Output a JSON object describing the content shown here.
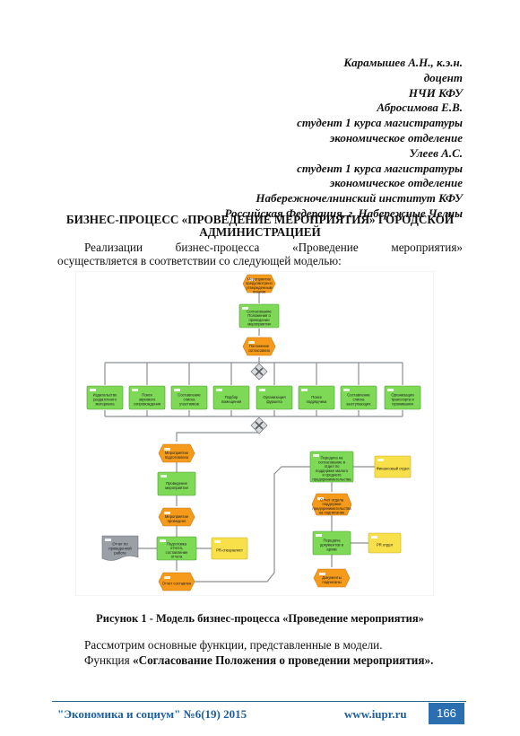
{
  "authors": [
    "Карамышев А.Н., к.э.н.",
    "доцент",
    "НЧИ КФУ",
    "Абросимова Е.В.",
    "студент 1 курса магистратуры",
    "экономическое отделение",
    "Улеев А.С.",
    "студент 1 курса магистратуры",
    "экономическое отделение",
    "Набережночелнинский институт КФУ",
    "Российская Федерация, г. Набережные Челны"
  ],
  "title_line1": "БИЗНЕС-ПРОЦЕСС «ПРОВЕДЕНИЕ МЕРОПРИЯТИЯ» ГОРОДСКОЙ",
  "title_line2": "АДМИНИСТРАЦИЕЙ",
  "para1_line1": "Реализации бизнес-процесса «Проведение мероприятия»",
  "para1_line2": "осуществляется в соответствии со следующей моделью:",
  "caption": "Рисунок 1 - Модель бизнес-процесса «Проведение мероприятия»",
  "para3": "Рассмотрим основные функции, представленные в модели.",
  "para4_prefix": "Функция ",
  "para4_bold": "«Согласование Положения о проведении мероприятия».",
  "footer": {
    "journal": "\"Экономика и социум\" №6(19) 2015",
    "url": "www.iupr.ru",
    "page": "166"
  },
  "diagram": {
    "colors": {
      "event": "#f59a1a",
      "function": "#7ed957",
      "org": "#f7e04a",
      "doc": "#9aa0a6",
      "line": "#8a8f94"
    },
    "top_event": "Мероприятие предусмотрено утвержденным планом",
    "func_approve": "Согласование Положения о проведении мероприятия",
    "event_approved": "Положение согласовано",
    "parallel": [
      "Издательство раздаточного материала",
      "Поиск звукового сопровождения",
      "Составление списка участников",
      "Подбор помещения",
      "Организация фуршета",
      "Поиск подрядчика",
      "Составление списка выступающих",
      "Организация транспорта и проживания"
    ],
    "event_prepared": "Мероприятие подготовлено",
    "func_hold": "Проведение мероприятия",
    "event_held": "Мероприятие проведено",
    "doc_report": "Отчет по проведенной работе",
    "func_report": "Подготовка отчета, составление отчета",
    "org_pr": "PR-специалист",
    "event_report": "Отчет составлен",
    "func_transfer": "Передача на согласование в отдел по поддержке малого и среднего предпринимательства",
    "org_finance": "Финансовый отдел",
    "event_transfer": "Отчет отдела поддержки предпринимательства на подписание",
    "func_docs": "Передача документов в архив",
    "org_pr2": "PR отдел",
    "event_signed": "Документы подписаны"
  }
}
